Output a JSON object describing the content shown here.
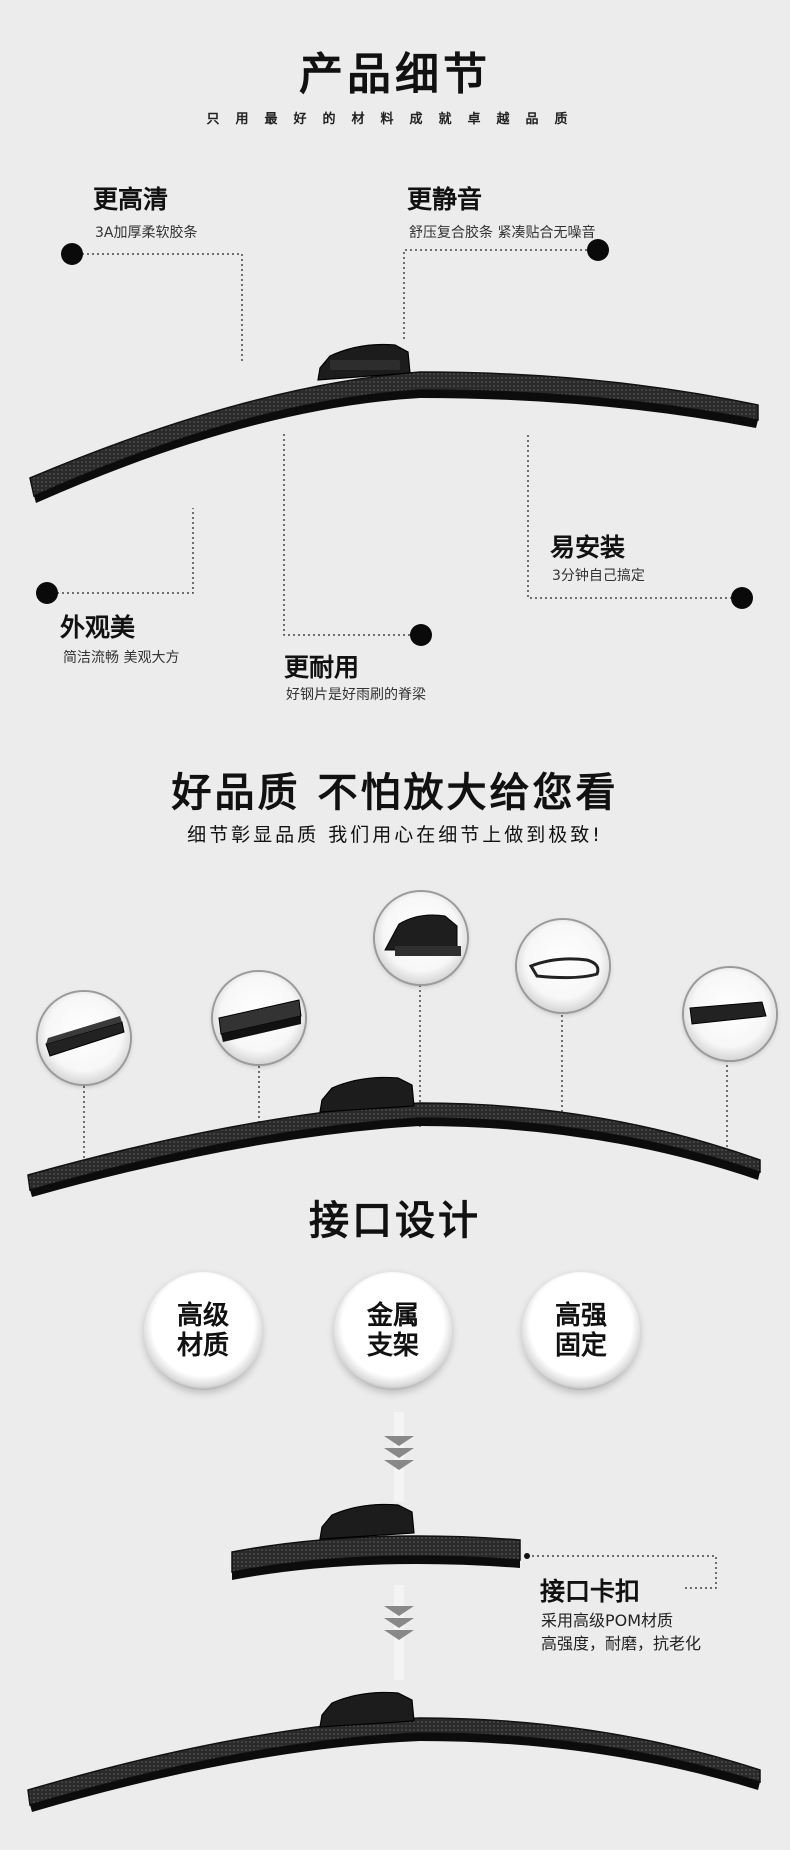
{
  "header": {
    "title": "产品细节",
    "subtitle": "只用最好的材料成就卓越品质"
  },
  "features": {
    "clear": {
      "title": "更高清",
      "desc": "3A加厚柔软胶条"
    },
    "quiet": {
      "title": "更静音",
      "desc": "舒压复合胶条 紧凑贴合无噪音"
    },
    "install": {
      "title": "易安装",
      "desc": "3分钟自己搞定"
    },
    "looks": {
      "title": "外观美",
      "desc": "简洁流畅 美观大方"
    },
    "durable": {
      "title": "更耐用",
      "desc": "好钢片是好雨刷的脊梁"
    }
  },
  "quality": {
    "title": "好品质 不怕放大给您看",
    "subtitle": "细节彰显品质 我们用心在细节上做到极致!"
  },
  "interface": {
    "title": "接口设计",
    "badges": [
      "高级\n材质",
      "金属\n支架",
      "高强\n固定"
    ],
    "badge_lines": [
      [
        "高级",
        "材质"
      ],
      [
        "金属",
        "支架"
      ],
      [
        "高强",
        "固定"
      ]
    ],
    "clip_title": "接口卡扣",
    "clip_desc_1": "采用高级POM材质",
    "clip_desc_2": "高强度，耐磨，抗老化"
  },
  "colors": {
    "background": "#ececec",
    "blade": "#1a1a1a",
    "text": "#111111"
  }
}
